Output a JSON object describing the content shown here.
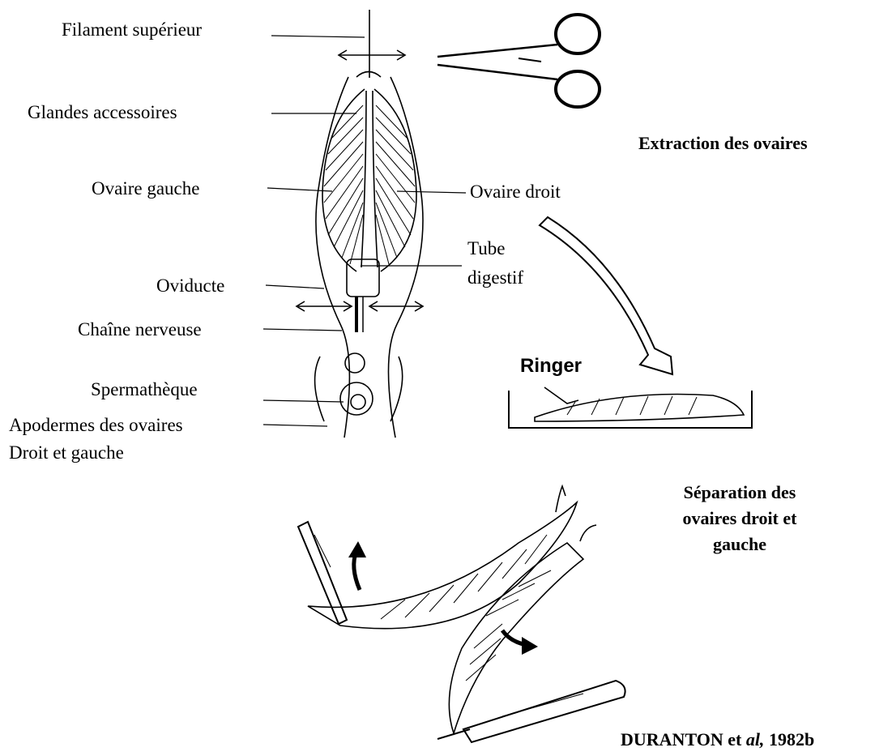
{
  "labels": {
    "filament": "Filament supérieur",
    "glandes": "Glandes accessoires",
    "ovaire_gauche": "Ovaire gauche",
    "ovaire_droit": "Ovaire droit",
    "tube_1": "Tube",
    "tube_2": "digestif",
    "oviducte": "Oviducte",
    "chaine": "Chaîne nerveuse",
    "spermatheque": "Spermathèque",
    "apodermes_1": "Apodermes des ovaires",
    "apodermes_2": "Droit et gauche",
    "ringer": "Ringer"
  },
  "titles": {
    "extraction": "Extraction des ovaires",
    "separation_1": "Séparation des",
    "separation_2": "ovaires droit et",
    "separation_3": "gauche"
  },
  "credit": {
    "authors": "DURANTON et ",
    "etal": "al,",
    "year": " 1982b"
  }
}
